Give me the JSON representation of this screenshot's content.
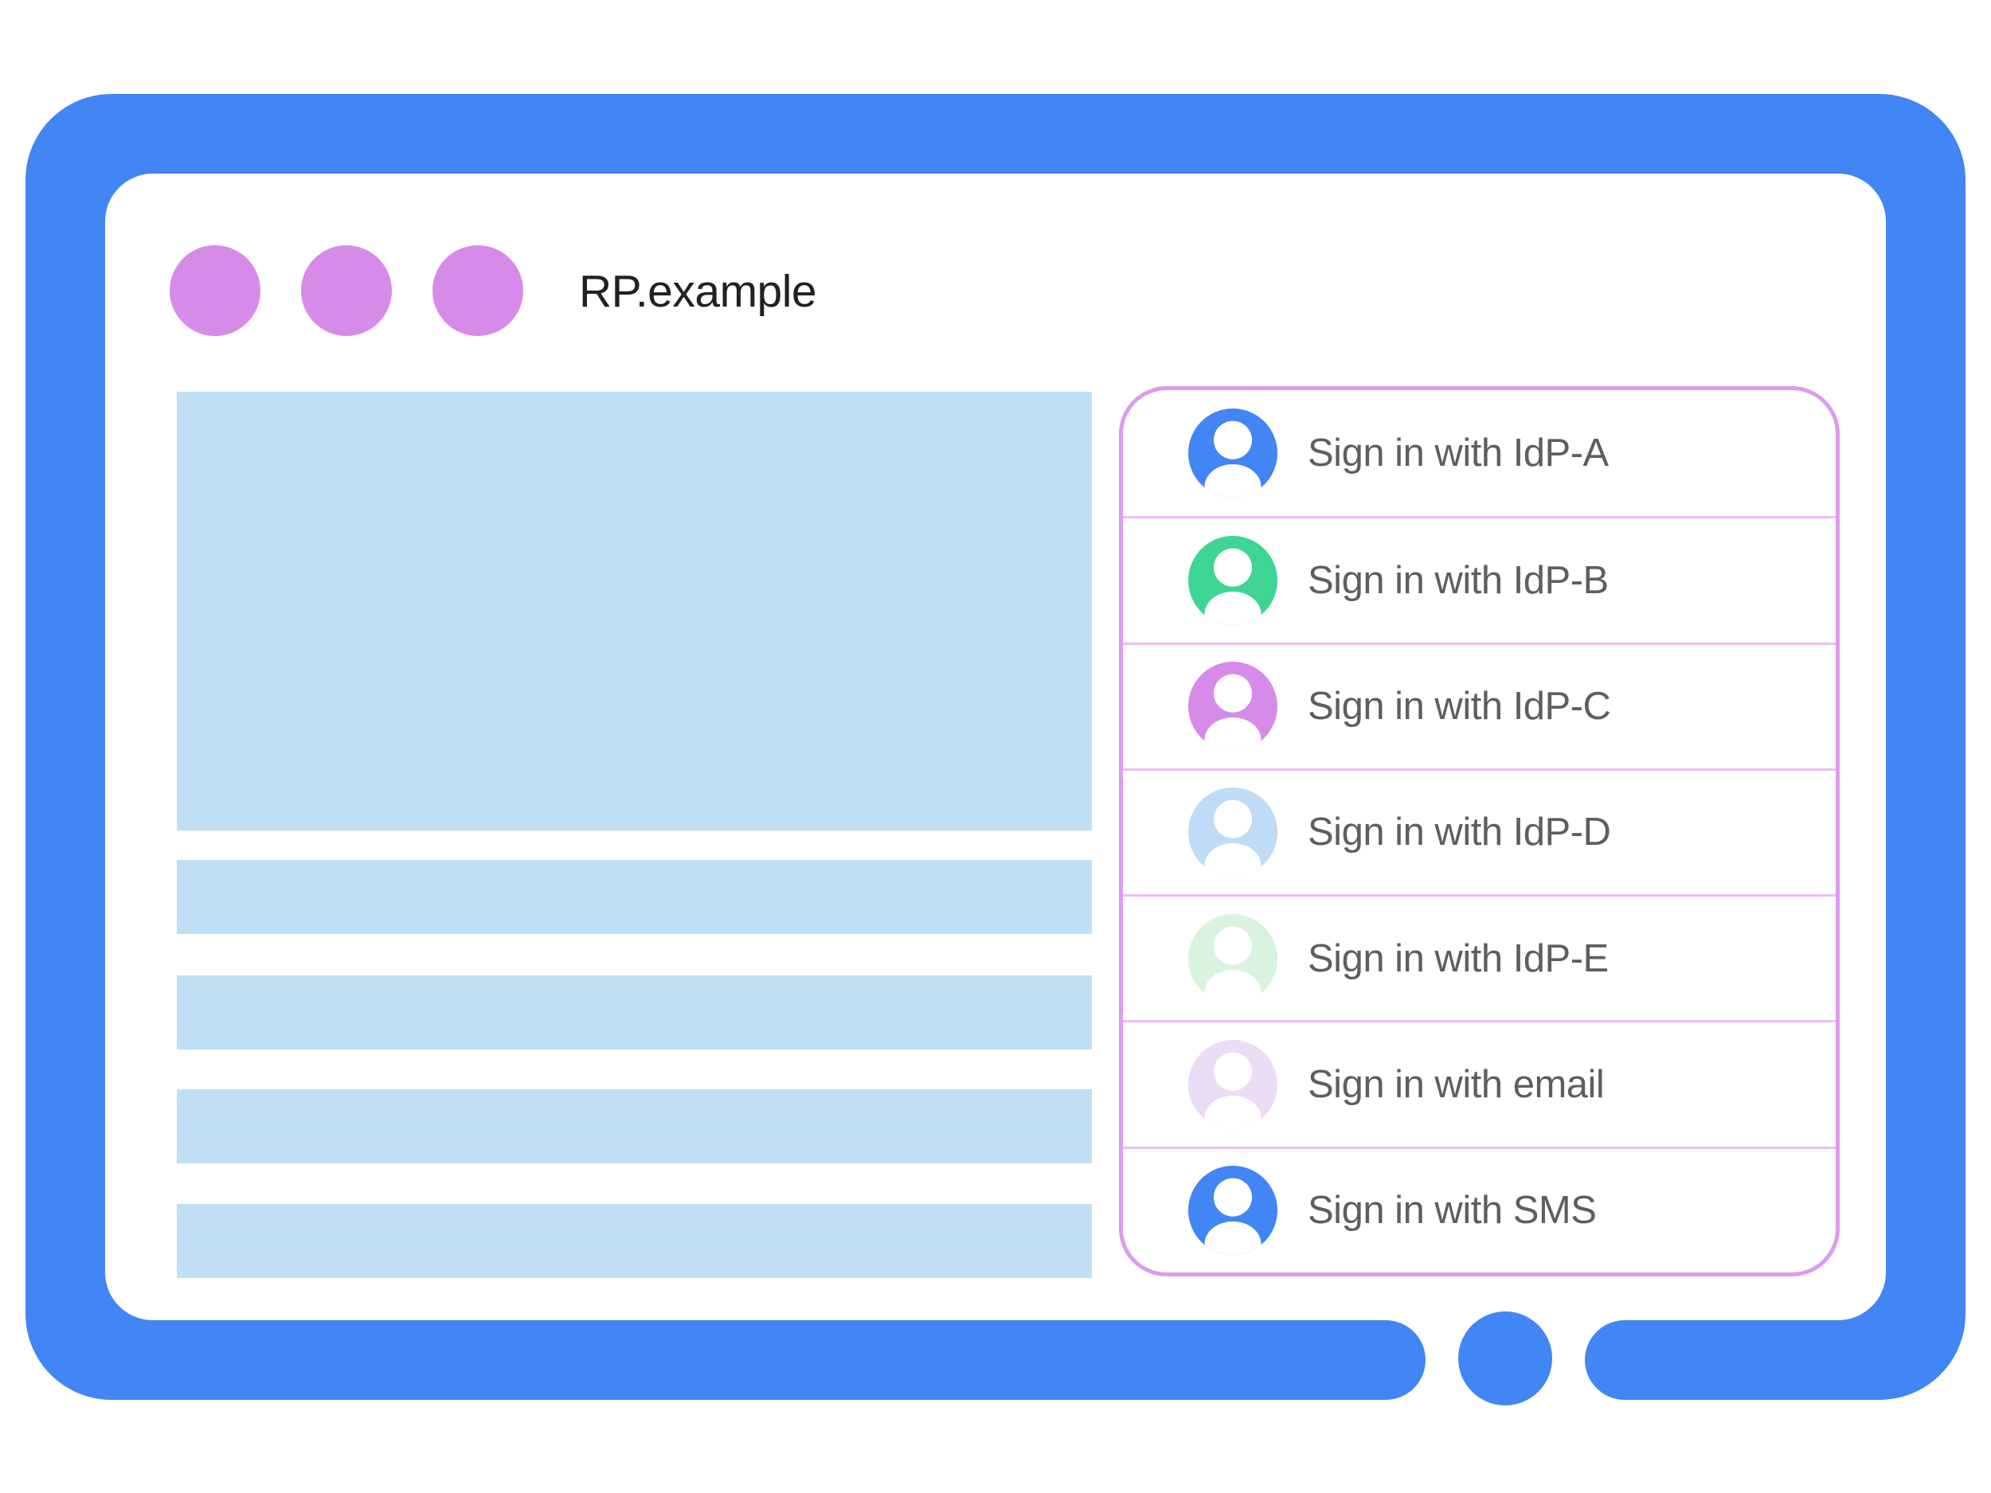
{
  "colors": {
    "page-bg": "#FFFFFF",
    "frame-blue": "#4285F4",
    "dot-purple": "#D78BE8",
    "placeholder-blue": "#BFE0F4",
    "panel-border": "#DC9BF0",
    "panel-divider": "#EDBDF4",
    "label-gray": "#5C5E62",
    "title-black": "#202124"
  },
  "browser": {
    "title": "RP.example",
    "window_controls_count": 3
  },
  "signin_panel": {
    "options": [
      {
        "label": "Sign in with IdP-A",
        "color": "#4285F4"
      },
      {
        "label": "Sign in with IdP-B",
        "color": "#3ED592"
      },
      {
        "label": "Sign in with IdP-C",
        "color": "#D78BE8"
      },
      {
        "label": "Sign in with IdP-D",
        "color": "#BEDCF5"
      },
      {
        "label": "Sign in with IdP-E",
        "color": "#D9F3DE"
      },
      {
        "label": "Sign in with email",
        "color": "#EBDDF5"
      },
      {
        "label": "Sign in with SMS",
        "color": "#4285F4"
      }
    ]
  }
}
